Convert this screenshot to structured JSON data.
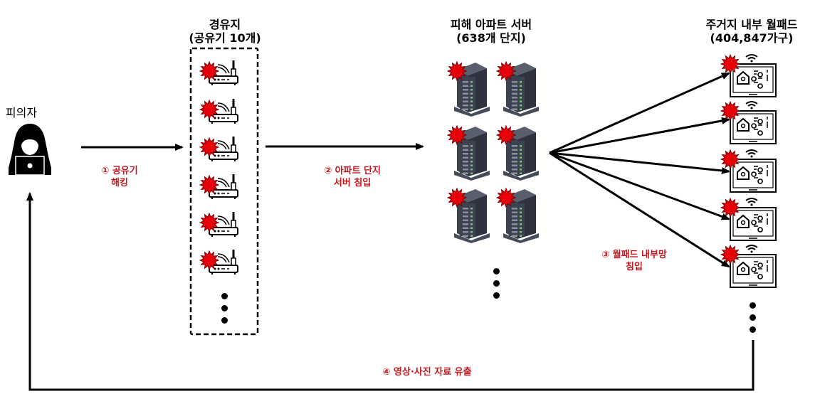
{
  "nodes": {
    "suspect": {
      "label": "피의자",
      "icon": "hacker-laptop-icon"
    },
    "relay": {
      "title_line1": "경유지",
      "title_line2": "(공유기 10개)",
      "icon": "wifi-router-icon",
      "visible_count": 6
    },
    "servers": {
      "title_line1": "피해 아파트 서버",
      "title_line2": "(638개 단지)",
      "icon": "server-rack-icon",
      "visible_count": 6
    },
    "wallpads": {
      "title_line1": "주거지 내부 월패드",
      "title_line2": "(404,847가구)",
      "icon": "smart-home-wallpad-icon",
      "visible_count": 5
    }
  },
  "steps": [
    {
      "line1": "① 공유기",
      "line2": "해킹"
    },
    {
      "line1": "② 아파트 단지",
      "line2": "서버 침입"
    },
    {
      "line1": "③ 월패드 내부망",
      "line2": "침입"
    },
    {
      "line1": "④ 영상·사진 자료 유출"
    }
  ],
  "colors": {
    "step_text": "#c0191f",
    "burst": "#e8000b",
    "server_body": "#3d4250",
    "server_led": "#7fc07f"
  }
}
